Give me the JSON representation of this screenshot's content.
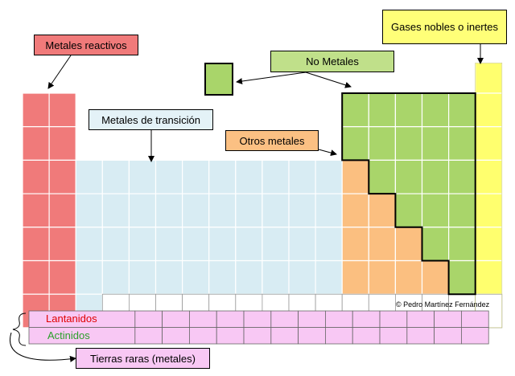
{
  "colors": {
    "reactive": "#f07a7a",
    "transition": "#d8ecf3",
    "nonmetal": "#a9d56a",
    "other": "#fbbf80",
    "noble": "#ffff6e",
    "rare": "#f8c8f4",
    "empty": "#ffffff",
    "lanthanide_text": "#e00000",
    "actinide_text": "#2aa02a"
  },
  "labels": {
    "reactive": "Metales reactivos",
    "transition": "Metales de transición",
    "nonmetals": "No Metales",
    "other": "Otros metales",
    "noble": "Gases nobles o inertes",
    "lanthanides": "Lantanidos",
    "actinides": "Actinidos",
    "rare_earths": "Tierras raras (metales)"
  },
  "credit": "© Pedro Martínez Fernández"
}
